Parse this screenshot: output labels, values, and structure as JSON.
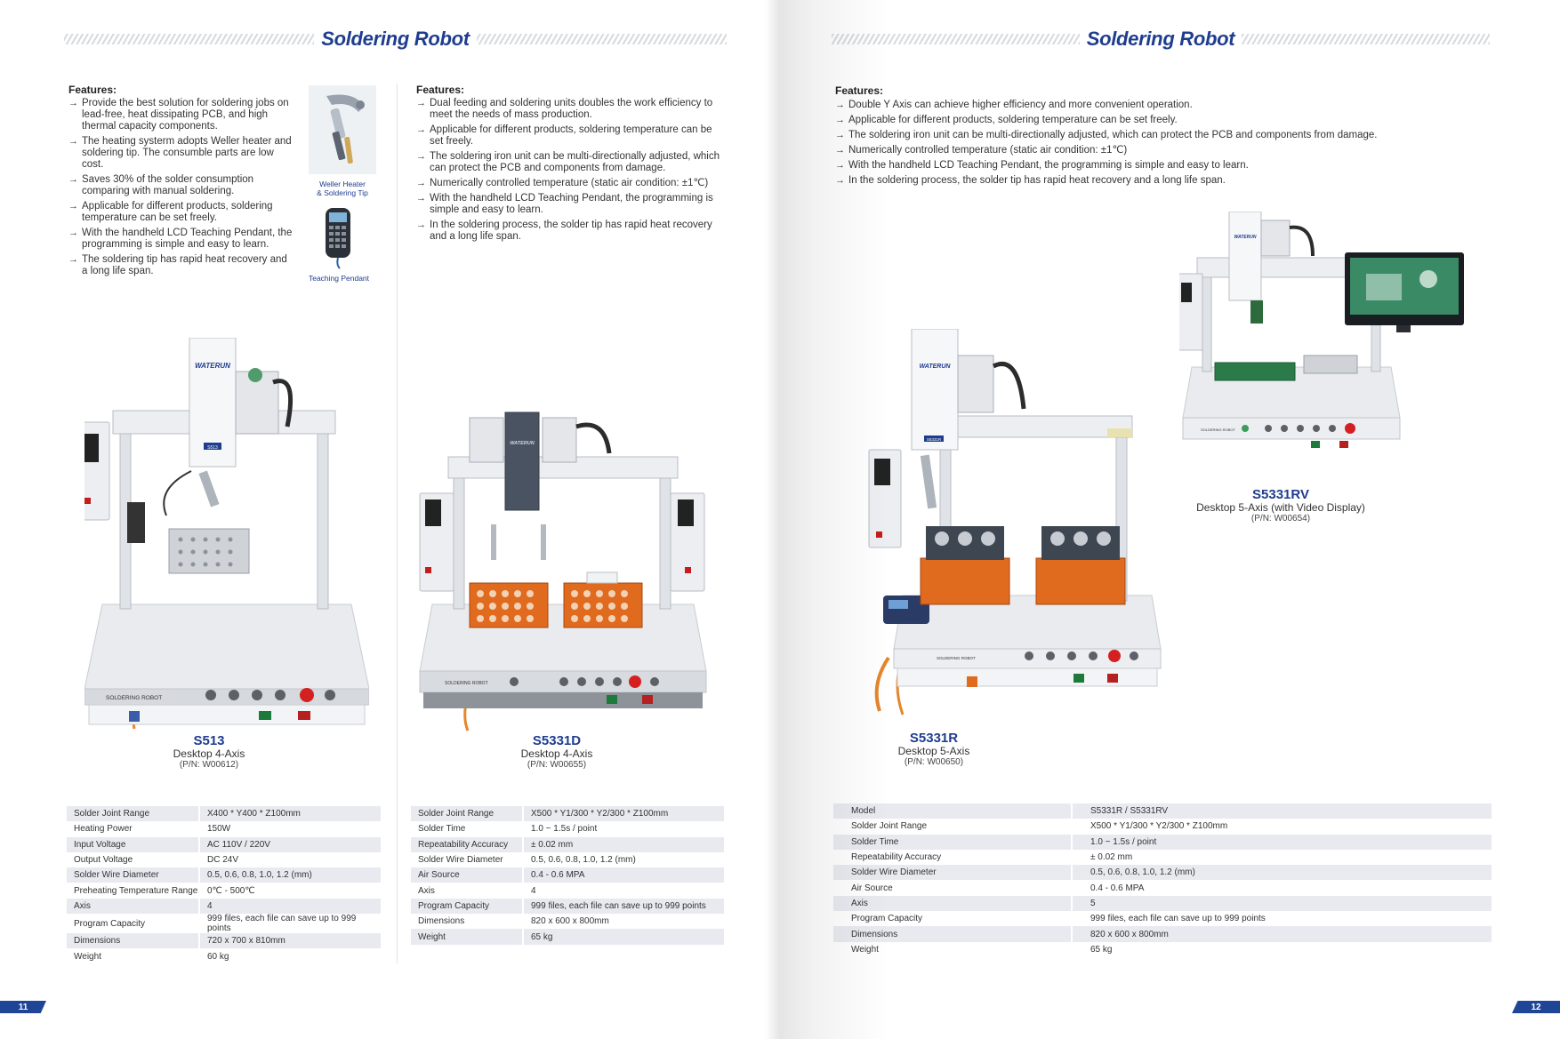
{
  "brand_title": "Soldering Robot",
  "page_left": {
    "page_number": "11",
    "s513": {
      "features_label": "Features:",
      "features": [
        "Provide the best solution for soldering jobs on lead-free, heat dissipating PCB, and high thermal capacity components.",
        "The heating systerm adopts Weller heater and soldering tip. The consumble parts are low cost.",
        "Saves 30% of the solder consumption comparing with manual soldering.",
        "Applicable for different products, soldering temperature can be set freely.",
        "With the handheld LCD Teaching Pendant, the programming is simple and easy to learn.",
        "The soldering tip has rapid heat recovery and a long life span."
      ],
      "accessories": [
        {
          "caption_line1": "Weller Heater",
          "caption_line2": "& Soldering Tip"
        },
        {
          "caption_line1": "Teaching Pendant",
          "caption_line2": ""
        }
      ],
      "machine_brand": "WATERUN",
      "machine_label": "SOLDERING ROBOT",
      "machine_tag": "S513",
      "model": "S513",
      "description": "Desktop 4-Axis",
      "part_number": "(P/N: W00612)",
      "specs": [
        [
          "Solder Joint Range",
          "X400 * Y400 * Z100mm"
        ],
        [
          "Heating Power",
          "150W"
        ],
        [
          "Input Voltage",
          "AC 110V / 220V"
        ],
        [
          "Output Voltage",
          "DC 24V"
        ],
        [
          "Solder Wire Diameter",
          "0.5, 0.6, 0.8, 1.0, 1.2 (mm)"
        ],
        [
          "Preheating Temperature Range",
          "0℃ - 500℃"
        ],
        [
          "Axis",
          "4"
        ],
        [
          "Program Capacity",
          "999 files, each file can save up to 999 points"
        ],
        [
          "Dimensions",
          "720 x 700 x 810mm"
        ],
        [
          "Weight",
          "60 kg"
        ]
      ]
    },
    "s5331d": {
      "features_label": "Features:",
      "features": [
        "Dual feeding and soldering units doubles the work efficiency to meet the needs of mass production.",
        "Applicable for different products, soldering temperature can be set freely.",
        "The soldering iron unit can be multi-directionally adjusted, which can protect the PCB and components from damage.",
        "Numerically controlled temperature (static air condition: ±1℃)",
        "With the handheld LCD Teaching Pendant, the programming is simple and easy to learn.",
        "In the soldering process, the solder tip has rapid heat recovery and a long life span."
      ],
      "machine_brand": "WATERUN",
      "machine_label": "SOLDERING ROBOT",
      "model": "S5331D",
      "description": "Desktop 4-Axis",
      "part_number": "(P/N: W00655)",
      "specs": [
        [
          "Solder Joint Range",
          "X500 *  Y1/300 * Y2/300 * Z100mm"
        ],
        [
          "Solder Time",
          "1.0 ~ 1.5s / point"
        ],
        [
          "Repeatability Accuracy",
          "± 0.02 mm"
        ],
        [
          "Solder Wire Diameter",
          "0.5, 0.6, 0.8, 1.0, 1.2 (mm)"
        ],
        [
          "Air Source",
          "0.4 - 0.6 MPA"
        ],
        [
          "Axis",
          "4"
        ],
        [
          "Program Capacity",
          "999 files, each file can save up to 999 points"
        ],
        [
          "Dimensions",
          "820 x 600 x 800mm"
        ],
        [
          "Weight",
          "65 kg"
        ]
      ]
    }
  },
  "page_right": {
    "page_number": "12",
    "features_label": "Features:",
    "features": [
      "Double Y Axis can achieve higher efficiency and more convenient operation.",
      "Applicable for different products, soldering temperature can be set freely.",
      "The soldering iron unit can be multi-directionally adjusted, which can protect the PCB and components from damage.",
      "Numerically controlled temperature (static air condition: ±1℃)",
      "With the handheld LCD Teaching Pendant, the programming is simple and easy to learn.",
      "In the soldering process, the solder tip has rapid heat recovery and a long life span."
    ],
    "s5331rv": {
      "machine_brand": "WATERUN",
      "machine_label": "SOLDERING ROBOT",
      "model": "S5331RV",
      "description": "Desktop 5-Axis (with Video Display)",
      "part_number": "(P/N: W00654)"
    },
    "s5331r": {
      "machine_brand": "WATERUN",
      "machine_label": "SOLDERING ROBOT",
      "machine_tag": "S5331R",
      "model": "S5331R",
      "description": "Desktop 5-Axis",
      "part_number": "(P/N: W00650)"
    },
    "specs": [
      [
        "Model",
        "S5331R / S5331RV"
      ],
      [
        "Solder Joint Range",
        "X500 * Y1/300 * Y2/300 * Z100mm"
      ],
      [
        "Solder Time",
        "1.0 ~ 1.5s / point"
      ],
      [
        "Repeatability Accuracy",
        "± 0.02 mm"
      ],
      [
        "Solder Wire Diameter",
        "0.5, 0.6, 0.8, 1.0, 1.2 (mm)"
      ],
      [
        "Air Source",
        "0.4 - 0.6 MPA"
      ],
      [
        "Axis",
        "5"
      ],
      [
        "Program Capacity",
        "999 files, each file can save up to 999 points"
      ],
      [
        "Dimensions",
        "820 x 600 x 800mm"
      ],
      [
        "Weight",
        "65 kg"
      ]
    ]
  },
  "colors": {
    "brand_blue": "#1f3d8f",
    "row_shade": "#e8eaf0",
    "emergency_red": "#d42020",
    "jig_orange": "#e06a1e"
  }
}
